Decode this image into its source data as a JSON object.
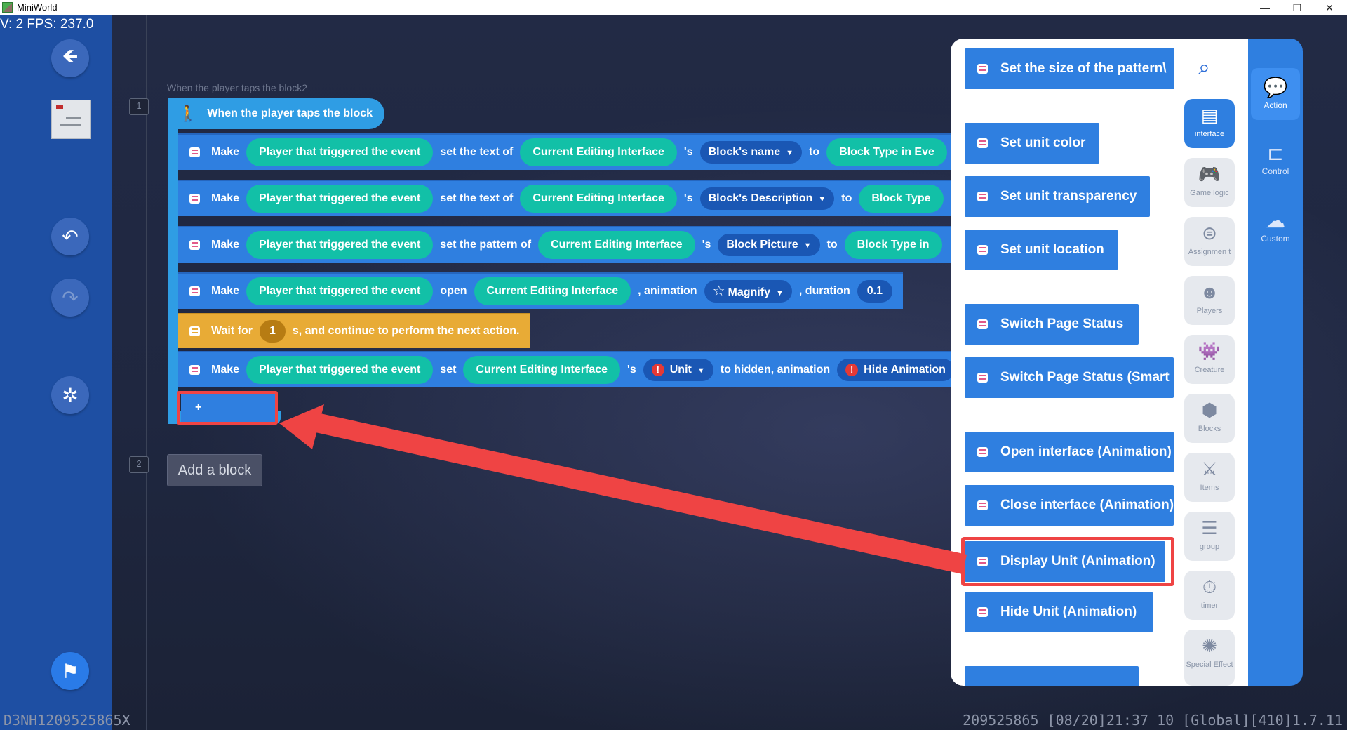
{
  "window": {
    "title": "MiniWorld",
    "minimize": "—",
    "restore": "❐",
    "close": "✕"
  },
  "overlay": {
    "fps": "V: 2 FPS: 237.0",
    "footer_left": "D3NH1209525865X",
    "footer_right": "209525865   [08/20]21:37 10  [Global][410]1.7.11"
  },
  "sidebar": {
    "back_icon": "arrow-left-icon",
    "undo_icon": "undo-icon",
    "redo_icon": "redo-icon",
    "debug_icon": "bug-icon",
    "run_icon": "run-flag-icon"
  },
  "script": {
    "rule1_no": "1",
    "rule2_no": "2",
    "event_caption": "When the player taps the block2",
    "event_label": "When the player taps the block",
    "rows": {
      "r1": {
        "make": "Make",
        "subject": "Player that triggered the event",
        "verb": "set the text of",
        "target": "Current Editing Interface",
        "poss": "'s",
        "prop": "Block's name",
        "to": "to",
        "value": "Block Type in Eve"
      },
      "r2": {
        "make": "Make",
        "subject": "Player that triggered the event",
        "verb": "set the text of",
        "target": "Current Editing Interface",
        "poss": "'s",
        "prop": "Block's Description",
        "to": "to",
        "value": "Block Type"
      },
      "r3": {
        "make": "Make",
        "subject": "Player that triggered the event",
        "verb": "set the pattern of",
        "target": "Current Editing Interface",
        "poss": "'s",
        "prop": "Block Picture",
        "to": "to",
        "value": "Block Type in"
      },
      "r4": {
        "make": "Make",
        "subject": "Player that triggered the event",
        "verb": "open",
        "target": "Current Editing Interface",
        "anim_label": ", animation",
        "anim": "Magnify",
        "dur_label": ", duration",
        "dur": "0.1"
      },
      "r5": {
        "wait": "Wait for",
        "num": "1",
        "rest": "s, and continue to perform the next action."
      },
      "r6": {
        "make": "Make",
        "subject": "Player that triggered the event",
        "verb": "set",
        "target": "Current Editing Interface",
        "poss": "'s",
        "prop": "Unit",
        "hide_label": "to hidden, animation",
        "anim": "Hide Animation"
      }
    },
    "add_slot": "+",
    "add_block": "Add a block"
  },
  "blocks": {
    "b1": "Set the size of the pattern\\",
    "b2": "Set unit color",
    "b3": "Set unit transparency",
    "b4": "Set unit location",
    "b5": "Switch Page Status",
    "b6": "Switch Page Status (Smart",
    "b7": "Open interface (Animation)",
    "b8": "Close interface (Animation)",
    "b9": "Display Unit (Animation)",
    "b10": "Hide Unit (Animation)"
  },
  "categories": {
    "interface": "interface",
    "game_logic": "Game logic",
    "assignment": "Assignmen\nt",
    "players": "Players",
    "creature": "Creature",
    "blocks": "Blocks",
    "items": "Items",
    "group": "group",
    "timer": "timer",
    "special": "Special\nEffect"
  },
  "tabs": {
    "action": "Action",
    "control": "Control",
    "custom": "Custom"
  },
  "colors": {
    "sidebar_blue": "#1e4fa3",
    "block_blue": "#2f7fe0",
    "pill_teal": "#12c0a7",
    "wait_yellow": "#e8ab36",
    "highlight_red": "#ef4444"
  }
}
